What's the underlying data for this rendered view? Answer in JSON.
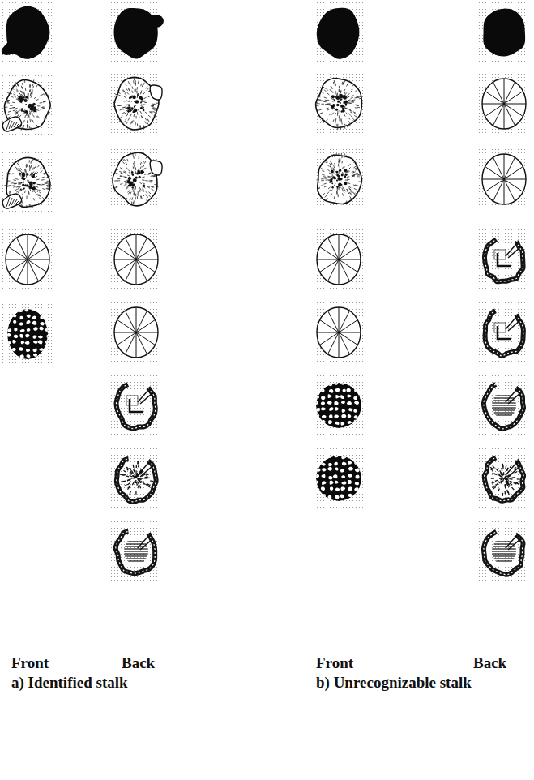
{
  "diagram": {
    "labels": [
      "Front",
      "Back",
      "a) Identified stalk",
      "Front",
      "Back",
      "b) Unrecognizable stalk"
    ]
  }
}
